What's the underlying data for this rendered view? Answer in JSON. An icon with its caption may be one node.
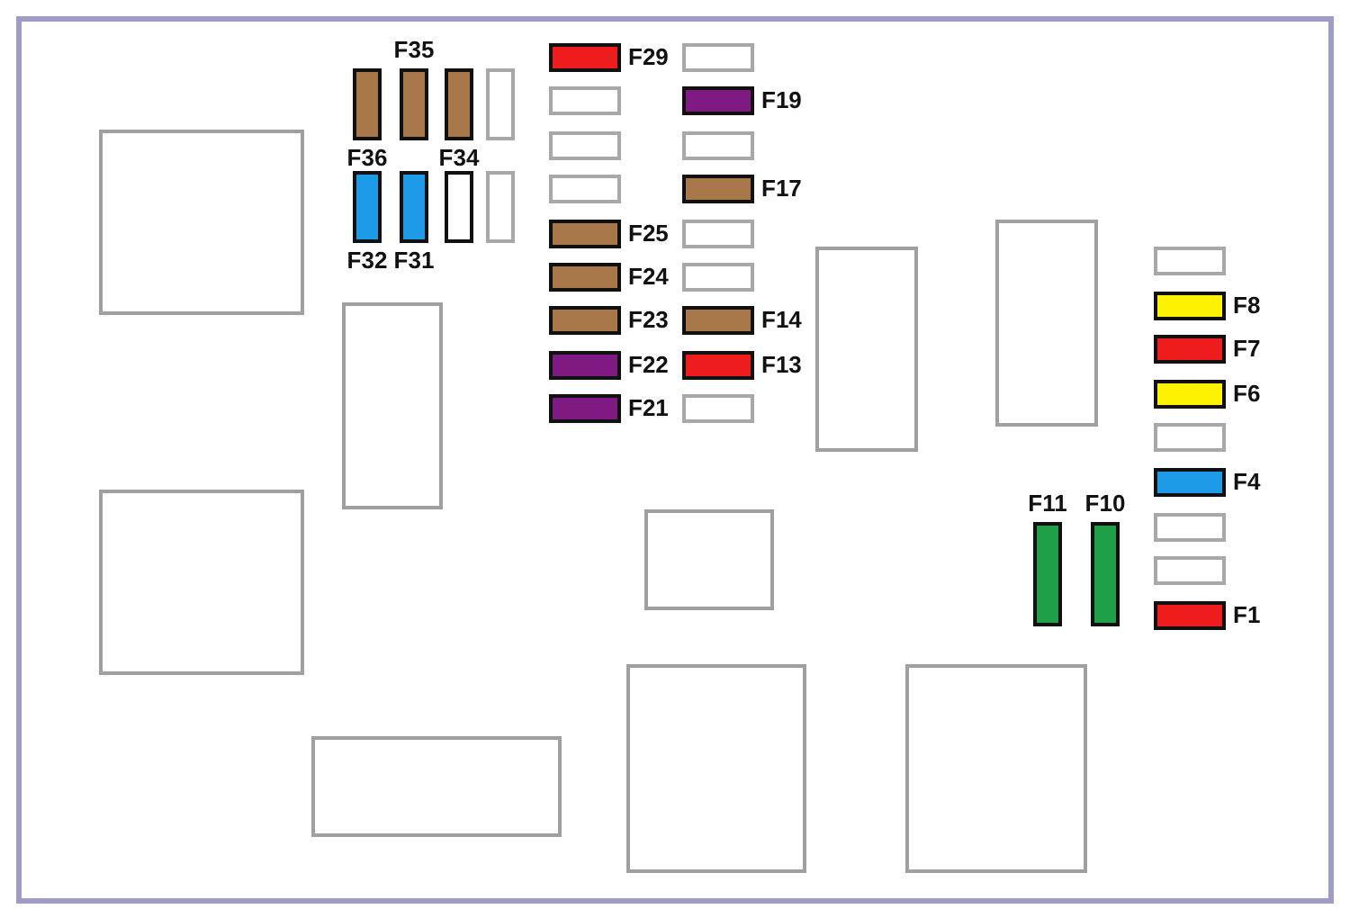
{
  "diagram": {
    "nodes": [
      {
        "text": [
          "F35"
        ]
      },
      {
        "text": [
          "F36"
        ]
      },
      {
        "text": [
          "F34"
        ]
      },
      {
        "text": [],
        "shape": "box"
      },
      {
        "text": [
          "F32"
        ]
      },
      {
        "text": [
          "F31"
        ]
      },
      {
        "text": [],
        "shape": "box"
      },
      {
        "text": [],
        "shape": "box"
      },
      {
        "text": [
          "F29"
        ]
      },
      {
        "text": [],
        "shape": "box"
      },
      {
        "text": [],
        "shape": "box"
      },
      {
        "text": [
          "F19"
        ]
      },
      {
        "text": [],
        "shape": "box"
      },
      {
        "text": [],
        "shape": "box"
      },
      {
        "text": [],
        "shape": "box"
      },
      {
        "text": [
          "F17"
        ]
      },
      {
        "text": [
          "F25"
        ]
      },
      {
        "text": [],
        "shape": "box"
      },
      {
        "text": [
          "F24"
        ]
      },
      {
        "text": [],
        "shape": "box"
      },
      {
        "text": [
          "F23"
        ]
      },
      {
        "text": [
          "F14"
        ]
      },
      {
        "text": [
          "F22"
        ]
      },
      {
        "text": [
          "F13"
        ]
      },
      {
        "text": [
          "F21"
        ]
      },
      {
        "text": [],
        "shape": "box"
      },
      {
        "text": [],
        "shape": "box"
      },
      {
        "text": [],
        "shape": "box"
      },
      {
        "text": [],
        "shape": "box"
      },
      {
        "text": [],
        "shape": "box"
      },
      {
        "text": [],
        "shape": "box"
      },
      {
        "text": [],
        "shape": "box"
      },
      {
        "text": [],
        "shape": "box"
      },
      {
        "text": [],
        "shape": "box"
      },
      {
        "text": [],
        "shape": "box"
      },
      {
        "text": [],
        "shape": "box"
      },
      {
        "text": [
          "F8"
        ]
      },
      {
        "text": [
          "F7"
        ]
      },
      {
        "text": [
          "F6"
        ]
      },
      {
        "text": [],
        "shape": "box"
      },
      {
        "text": [
          "F4"
        ]
      },
      {
        "text": [
          "F11"
        ]
      },
      {
        "text": [
          "F10"
        ]
      },
      {
        "text": [],
        "shape": "box"
      },
      {
        "text": [],
        "shape": "box"
      },
      {
        "text": [
          "F1"
        ]
      }
    ]
  }
}
